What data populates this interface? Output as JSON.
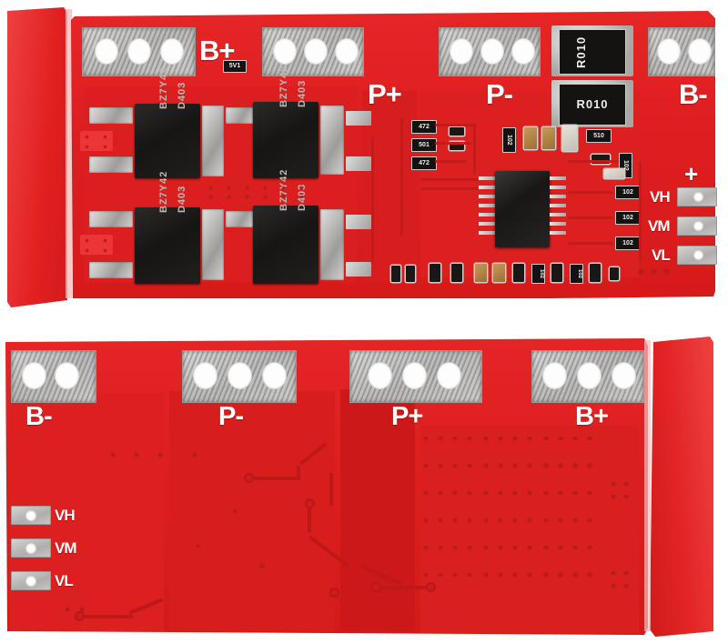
{
  "image": {
    "subject": "BMS protection board (PCB) product photograph",
    "view_count": 2,
    "background_color": "#ffffff",
    "pcb_color": "#e01f1f",
    "silkscreen_color": "#ffffff",
    "pad_color": "#c9c7c5"
  },
  "top_board": {
    "view_label": "component-side",
    "terminals": [
      {
        "id": "bplus",
        "label": "B+",
        "holes": 3
      },
      {
        "id": "pplus",
        "label": "P+",
        "holes": 3
      },
      {
        "id": "pminus",
        "label": "P-",
        "holes": 3
      },
      {
        "id": "bminus",
        "label": "B-",
        "holes": 2
      }
    ],
    "balance_header": {
      "plus_label": "+",
      "pins": [
        {
          "label": "VH"
        },
        {
          "label": "VM"
        },
        {
          "label": "VL"
        }
      ]
    },
    "mosfets": [
      {
        "line1": "D403",
        "line2": "BZ7Y42"
      },
      {
        "line1": "D403",
        "line2": "BZ7Y42"
      },
      {
        "line1": "D403",
        "line2": "BZ7Y42"
      },
      {
        "line1": "D403",
        "line2": "BZ7Y42"
      }
    ],
    "sense_resistors": [
      {
        "marking": "R010"
      },
      {
        "marking": "R010"
      }
    ],
    "zener": {
      "marking": "5V1"
    },
    "small_resistors": [
      {
        "marking": "472"
      },
      {
        "marking": "501"
      },
      {
        "marking": "472"
      },
      {
        "marking": "102"
      },
      {
        "marking": "510"
      },
      {
        "marking": "102"
      },
      {
        "marking": "102"
      },
      {
        "marking": "102"
      },
      {
        "marking": "102"
      },
      {
        "marking": "102"
      },
      {
        "marking": "102"
      }
    ],
    "controller_ic": {
      "marking": "",
      "pins_per_side": 8
    }
  },
  "bottom_board": {
    "view_label": "solder-side",
    "terminals": [
      {
        "id": "bminus",
        "label": "B-",
        "holes": 2
      },
      {
        "id": "pminus",
        "label": "P-",
        "holes": 3
      },
      {
        "id": "pplus",
        "label": "P+",
        "holes": 3
      },
      {
        "id": "bplus",
        "label": "B+",
        "holes": 3
      }
    ],
    "balance_header": {
      "pins": [
        {
          "label": "VH"
        },
        {
          "label": "VM"
        },
        {
          "label": "VL"
        }
      ]
    }
  }
}
